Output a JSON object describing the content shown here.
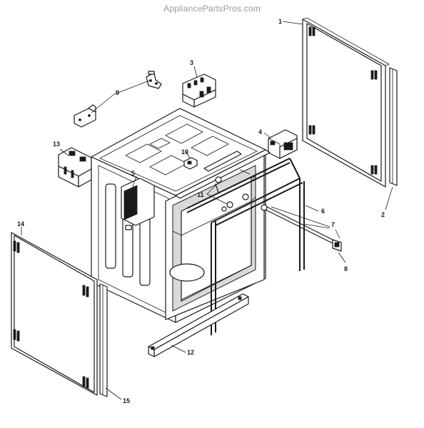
{
  "watermark": "AppliancePartsPros.com",
  "callouts": {
    "c1": "1",
    "c2": "2",
    "c3": "3",
    "c4": "4",
    "c5a": "5",
    "c5b": "5",
    "c6": "6",
    "c7": "7",
    "c8": "8",
    "c9": "9",
    "c10": "10",
    "c11": "11",
    "c12": "12",
    "c13": "13",
    "c14": "14",
    "c15": "15"
  }
}
